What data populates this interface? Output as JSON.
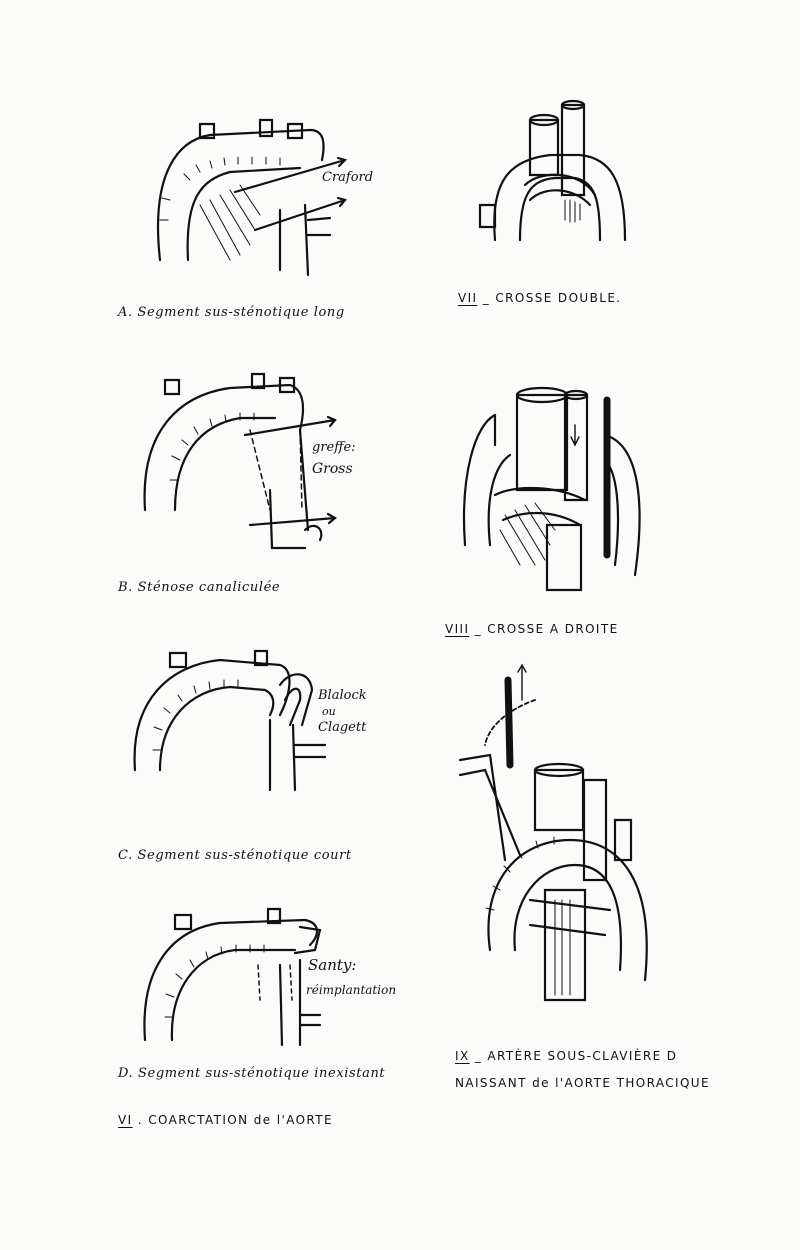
{
  "figures": {
    "a": {
      "caption": "A. Segment sus-sténotique long",
      "label": "Craford"
    },
    "b": {
      "caption": "B. Sténose canaliculée",
      "label_1": "greffe:",
      "label_2": "Gross"
    },
    "c": {
      "caption": "C. Segment sus-sténotique court",
      "label_1": "Blalock",
      "label_2": "ou",
      "label_3": "Clagett"
    },
    "d": {
      "caption": "D. Segment sus-sténotique inexistant",
      "label_1": "Santy:",
      "label_2": "réimplantation"
    },
    "vi": {
      "number": "VI",
      "caption": "COARCTATION de l'AORTE"
    },
    "vii": {
      "number": "VII",
      "caption": "CROSSE DOUBLE."
    },
    "viii": {
      "number": "VIII",
      "caption": "CROSSE A DROITE"
    },
    "ix": {
      "number": "IX",
      "caption_1": "ARTÈRE SOUS-CLAVIÈRE D",
      "caption_2": "NAISSANT de l'AORTE THORACIQUE"
    }
  }
}
